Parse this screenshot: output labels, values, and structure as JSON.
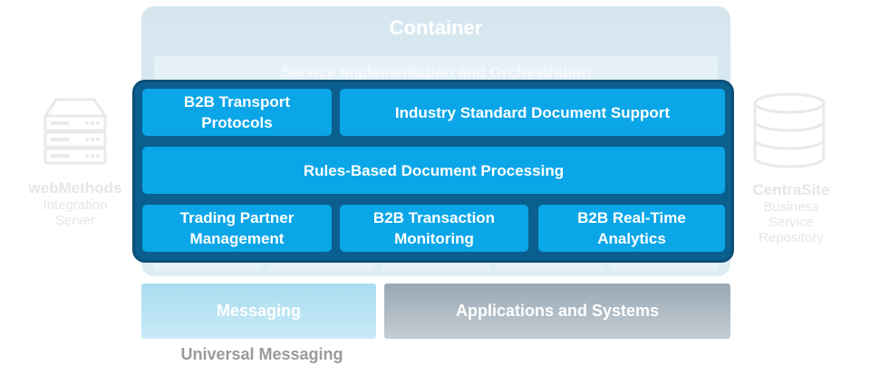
{
  "container": {
    "title": "Container",
    "band_label": "Service Implementation and Orchestration"
  },
  "left_side": {
    "title": "webMethods",
    "subtitle_line1": "Integration",
    "subtitle_line2": "Server",
    "icon": "server-icon"
  },
  "right_side": {
    "title": "CentraSite",
    "subtitle_line1": "Business",
    "subtitle_line2": "Service",
    "subtitle_line3": "Repository",
    "icon": "database-icon"
  },
  "modules": {
    "transport_line1": "B2B Transport",
    "transport_line2": "Protocols",
    "industry": "Industry Standard Document Support",
    "rules": "Rules-Based Document Processing",
    "partner_line1": "Trading Partner",
    "partner_line2": "Management",
    "monitoring_line1": "B2B Transaction",
    "monitoring_line2": "Monitoring",
    "analytics_line1": "B2B Real-Time",
    "analytics_line2": "Analytics"
  },
  "bottom": {
    "messaging": "Messaging",
    "apps": "Applications and Systems",
    "universal_messaging": "Universal Messaging"
  },
  "colors": {
    "frame": "#0b5f8e",
    "module": "#0aa6e8",
    "container": "#d6e6ef",
    "messaging": "#b7e2f3",
    "apps": "#a9b6bf"
  }
}
